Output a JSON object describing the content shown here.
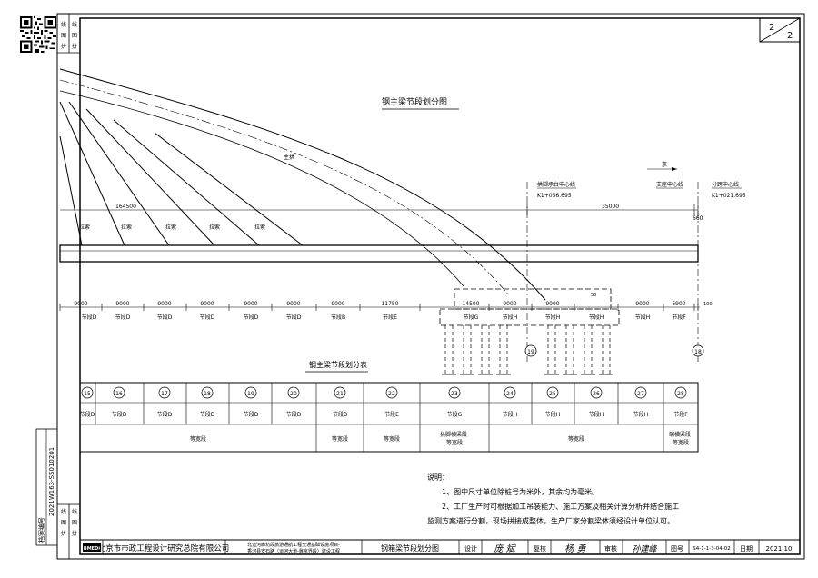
{
  "sheet": {
    "page": "2",
    "total": "2"
  },
  "side_strip": {
    "top_col1": [
      "线",
      "图",
      "拼"
    ],
    "top_col2": [
      "线",
      "图",
      "拼"
    ],
    "bottom_col1": [
      "线",
      "图",
      "拼"
    ],
    "bottom_col2": [
      "线",
      "图",
      "拼"
    ],
    "archive_label": "档案编号",
    "archive_no": "2021W163-SS010201"
  },
  "elevation": {
    "title": "钢主梁节段划分图",
    "main_cable_label": "主拱",
    "cable_labels": [
      "拉索",
      "拉索",
      "拉索",
      "拉索",
      "拉索"
    ],
    "dims_top": [
      "164500",
      "35000",
      "660"
    ],
    "ref_points": [
      {
        "name": "拱脚承台中心线",
        "station": "K1+056.695"
      },
      {
        "name": "支座中心线",
        "station": ""
      },
      {
        "name": "分跨中心线",
        "station": "K1+021.695"
      }
    ],
    "direction_label": "京",
    "seg_dims": [
      "9000",
      "9000",
      "9000",
      "9000",
      "9000",
      "9000",
      "9000",
      "11750",
      "14500",
      "9000",
      "9000",
      "9000",
      "6900",
      "100"
    ],
    "seg_types": [
      "节段D",
      "节段D",
      "节段D",
      "节段D",
      "节段D",
      "节段D",
      "节段B",
      "节段E",
      "节段G",
      "节段H",
      "节段H",
      "节段H",
      "节段H",
      "节段F"
    ],
    "small_label": "50",
    "axis_marks": [
      "19",
      "18"
    ]
  },
  "table": {
    "title": "钢主梁节段划分表",
    "numbers": [
      "15",
      "16",
      "17",
      "18",
      "19",
      "20",
      "21",
      "22",
      "23",
      "24",
      "25",
      "26",
      "27",
      "28"
    ],
    "types": [
      "节段D",
      "节段D",
      "节段D",
      "节段D",
      "节段D",
      "节段D",
      "节段B",
      "节段E",
      "节段G",
      "节段H",
      "节段H",
      "节段H",
      "节段H",
      "节段F"
    ],
    "zones": [
      "等宽段",
      "等宽段",
      "等宽段",
      "拱脚横梁段\n等宽段",
      "等宽段",
      "端横梁段\n等宽段"
    ]
  },
  "notes": {
    "title": "说明：",
    "items": [
      "1、图中尺寸单位除桩号为米外，其余均为毫米。",
      "2、工厂生产时可根据加工吊装能力、施工方案及相关计算分析并结合施工",
      "监测方案进行分割，现场拼接成整体，生产厂家分割梁体须经设计单位认可。"
    ]
  },
  "title_block": {
    "logo": "BMEDI",
    "institute": "北京市市政工程设计研究总院有限公司",
    "project_line1": "北运河廊坊段旅游通航工程交通基础设施项目-",
    "project_line2": "香河县安石路（运河大道-冀京界段）建设工程",
    "drawing_name": "钢箱梁节段划分图",
    "design_label": "设计",
    "design_sig": "庞 斌",
    "check_label": "复核",
    "check_sig": "杨 勇",
    "review_label": "审核",
    "review_sig": "孙建峰",
    "drawing_no_label": "图号",
    "drawing_no": "S4-1-1-3-04-02",
    "date_label": "日期",
    "date": "2021.10"
  }
}
